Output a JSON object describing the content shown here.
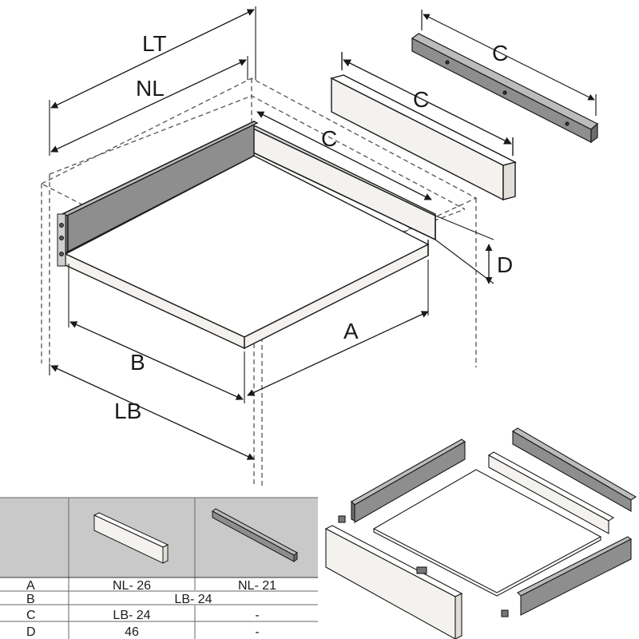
{
  "dimensions": {
    "lt": "LT",
    "nl": "NL",
    "c_top": "C",
    "c_panel": "C",
    "c_side": "C",
    "d": "D",
    "a": "A",
    "b": "B",
    "lb": "LB"
  },
  "table": {
    "rows": [
      {
        "key": "A",
        "col1": "NL- 26",
        "col2": "NL- 21"
      },
      {
        "key": "B",
        "span": "LB- 24"
      },
      {
        "key": "C",
        "col1": "LB- 24",
        "col2": "-"
      },
      {
        "key": "D",
        "col1": "46",
        "col2": "-"
      }
    ]
  },
  "colors": {
    "line": "#1a1a1a",
    "dashed": "#555555",
    "side_panel": "#8e8e8e",
    "board": "#f4f2ee",
    "table_header": "#c9c9c9",
    "table_line": "#666666"
  }
}
